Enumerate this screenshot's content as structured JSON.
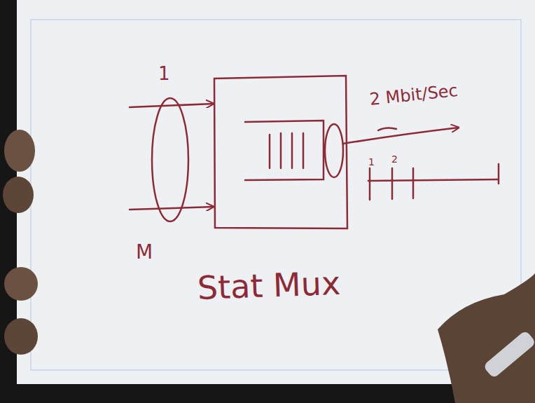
{
  "diagram": {
    "title": "Stat Mux",
    "labels": [
      "1",
      "M",
      "2 Mbit/Sec",
      "1",
      "2"
    ]
  }
}
